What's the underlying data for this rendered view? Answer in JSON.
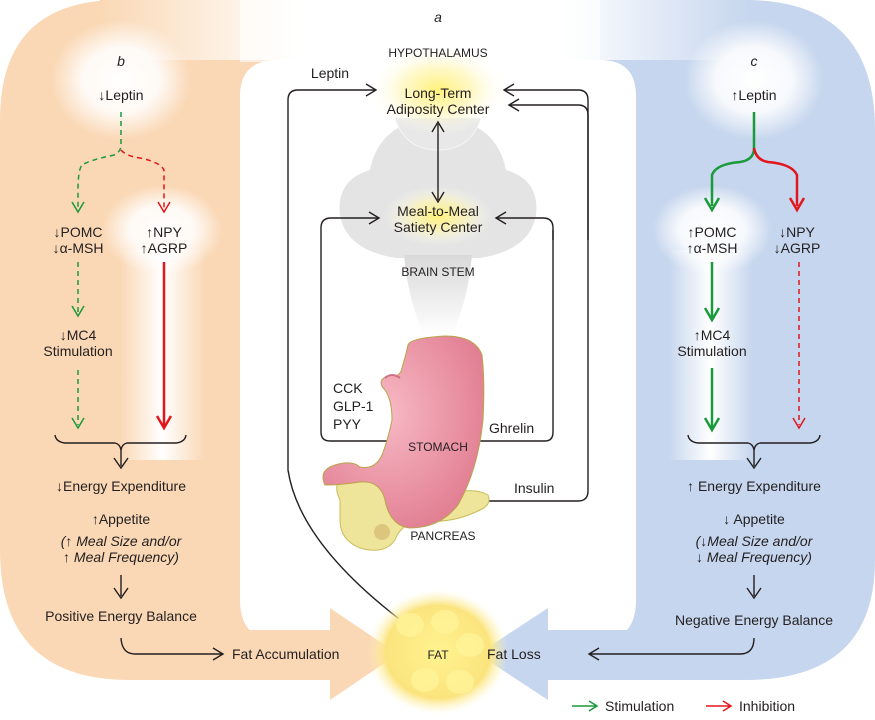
{
  "panels": {
    "a": {
      "letter": "a",
      "hypothalamus": "HYPOTHALAMUS",
      "long_term_line1": "Long-Term",
      "long_term_line2": "Adiposity Center",
      "meal_line1": "Meal-to-Meal",
      "meal_line2": "Satiety Center",
      "brain_stem": "BRAIN STEM",
      "leptin": "Leptin",
      "gut_hormones": [
        "CCK",
        "GLP-1",
        "PYY"
      ],
      "ghrelin": "Ghrelin",
      "stomach": "STOMACH",
      "insulin": "Insulin",
      "pancreas": "PANCREAS",
      "fat": "FAT"
    },
    "b": {
      "letter": "b",
      "leptin": "↓Leptin",
      "pomc": "↓POMC",
      "msh": "↓α-MSH",
      "npy": "↑NPY",
      "agrp": "↑AGRP",
      "mc4": "↓MC4",
      "mc4_line2": "Stimulation",
      "energy": "↓Energy Expenditure",
      "appetite": "↑Appetite",
      "meal_line1": "(↑ Meal Size and/or",
      "meal_line2": "↑ Meal Frequency)",
      "balance": "Positive Energy Balance",
      "outcome": "Fat Accumulation"
    },
    "c": {
      "letter": "c",
      "leptin": "↑Leptin",
      "pomc": "↑POMC",
      "msh": "↑α-MSH",
      "npy": "↓NPY",
      "agrp": "↓AGRP",
      "mc4": "↑MC4",
      "mc4_line2": "Stimulation",
      "energy": "↑ Energy Expenditure",
      "appetite": "↓ Appetite",
      "meal_line1": "(↓Meal Size and/or",
      "meal_line2": "↓ Meal Frequency)",
      "balance": "Negative Energy Balance",
      "outcome": "Fat Loss"
    }
  },
  "legend": {
    "stimulation": "Stimulation",
    "inhibition": "Inhibition",
    "stimulation_color": "#1a9a3a",
    "inhibition_color": "#e3161d"
  },
  "colors": {
    "orange_panel": "#fad8b5",
    "blue_panel": "#c6d6ee",
    "stomach": "#ec8fa0",
    "pancreas": "#efe59a",
    "fat": "#fbe98a"
  }
}
